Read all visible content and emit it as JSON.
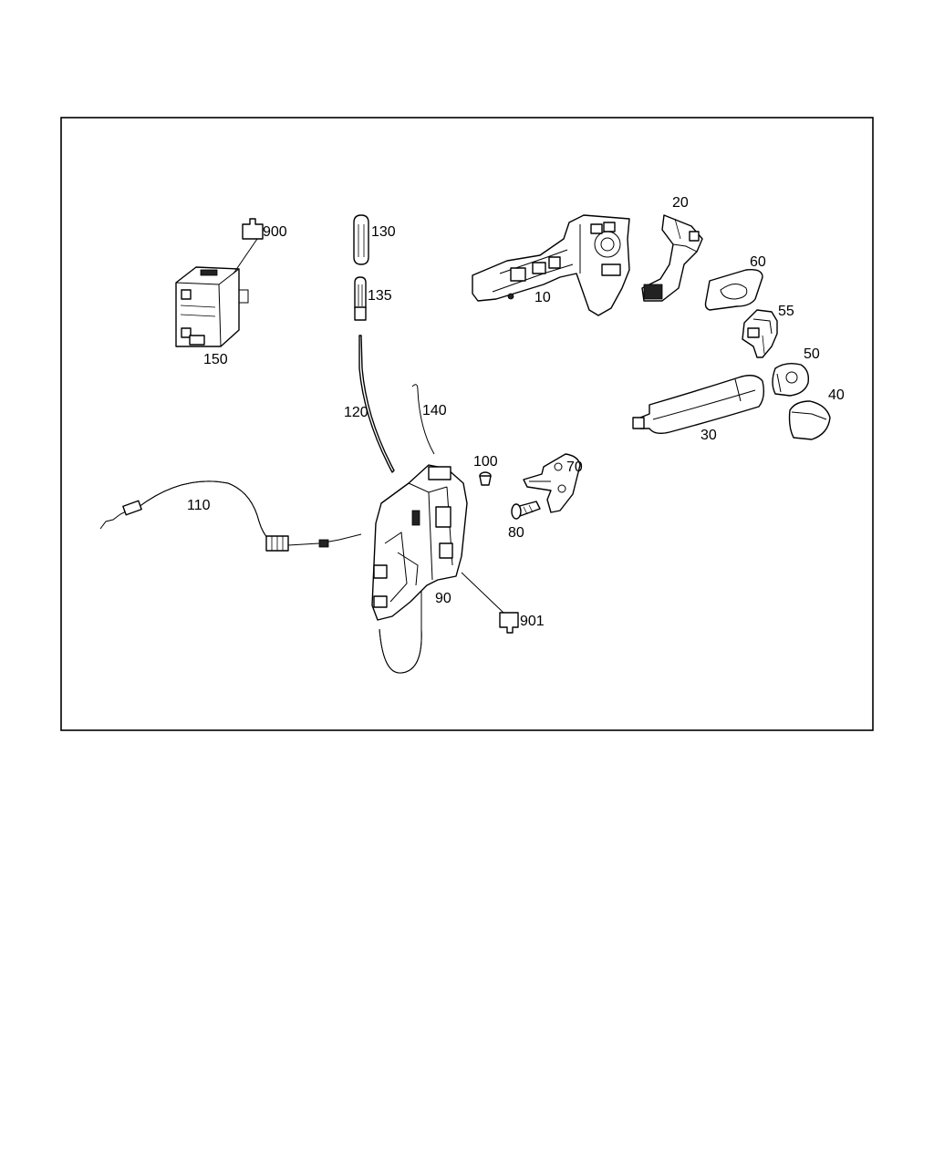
{
  "labels": {
    "p10": "10",
    "p20": "20",
    "p30": "30",
    "p40": "40",
    "p50": "50",
    "p55": "55",
    "p60": "60",
    "p70": "70",
    "p80": "80",
    "p90": "90",
    "p100": "100",
    "p110": "110",
    "p120": "120",
    "p130": "130",
    "p135": "135",
    "p140": "140",
    "p150": "150",
    "p900": "900",
    "p901": "901"
  }
}
